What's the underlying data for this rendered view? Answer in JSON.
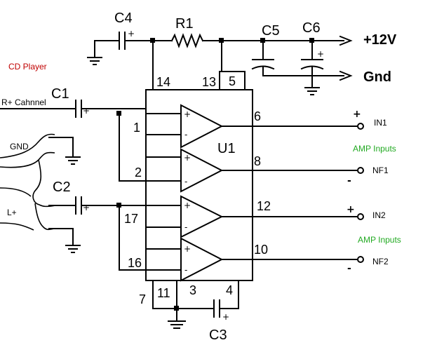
{
  "labels": {
    "cd_player": "CD Player",
    "r_channel": "R+ Cahnnel",
    "gnd_in": "GND",
    "l_plus": "L+",
    "c1": "C1",
    "c2": "C2",
    "c3": "C3",
    "c4": "C4",
    "c5": "C5",
    "c6": "C6",
    "r1": "R1",
    "u1": "U1",
    "supply": "+12V",
    "gnd_out": "Gnd",
    "amp_inputs_top": "AMP Inputs",
    "amp_inputs_bottom": "AMP Inputs",
    "in1": "IN1",
    "nf1": "NF1",
    "in2": "IN2",
    "nf2": "NF2"
  },
  "pins": {
    "p14": "14",
    "p13": "13",
    "p5": "5",
    "p1": "1",
    "p2": "2",
    "p17": "17",
    "p16": "16",
    "p6": "6",
    "p8": "8",
    "p12": "12",
    "p10": "10",
    "p7": "7",
    "p11": "11",
    "p3": "3",
    "p4": "4"
  },
  "signs": {
    "plus": "+",
    "minus": "-"
  },
  "colors": {
    "wire": "#000000",
    "cd_player_label": "#c00000",
    "amp_inputs_label": "#22aa22"
  }
}
